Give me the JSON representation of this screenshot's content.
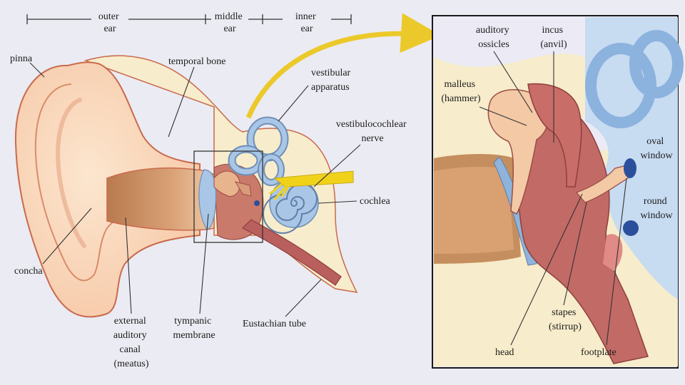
{
  "regions": {
    "outer_ear": [
      "outer",
      "ear"
    ],
    "middle_ear": [
      "middle",
      "ear"
    ],
    "inner_ear": [
      "inner",
      "ear"
    ]
  },
  "left_labels": {
    "pinna": "pinna",
    "temporal_bone": "temporal bone",
    "vestibular_apparatus": [
      "vestibular",
      "apparatus"
    ],
    "vestibulocochlear_nerve": [
      "vestibulocochlear",
      "nerve"
    ],
    "cochlea": "cochlea",
    "concha": "concha",
    "external_auditory_canal": [
      "external",
      "auditory",
      "canal",
      "(meatus)"
    ],
    "tympanic_membrane": [
      "tympanic",
      "membrane"
    ],
    "eustachian_tube": "Eustachian tube"
  },
  "inset_labels": {
    "auditory_ossicles": [
      "auditory",
      "ossicles"
    ],
    "incus": [
      "incus",
      "(anvil)"
    ],
    "malleus": [
      "malleus",
      "(hammer)"
    ],
    "oval_window": [
      "oval",
      "window"
    ],
    "round_window": [
      "round",
      "window"
    ],
    "stapes": [
      "stapes",
      "(stirrup)"
    ],
    "head": "head",
    "footplate": "footplate"
  },
  "colors": {
    "background": "#ebebf3",
    "skin_light": "#f9dcc3",
    "skin_mid": "#f3b58f",
    "skin_outline": "#c96a4c",
    "bone": "#f7eccb",
    "canal_red": "#b95f5d",
    "inner_blue": "#a9c6e6",
    "nerve_yellow": "#f1d21b",
    "arrow_yellow": "#ecc92a"
  }
}
